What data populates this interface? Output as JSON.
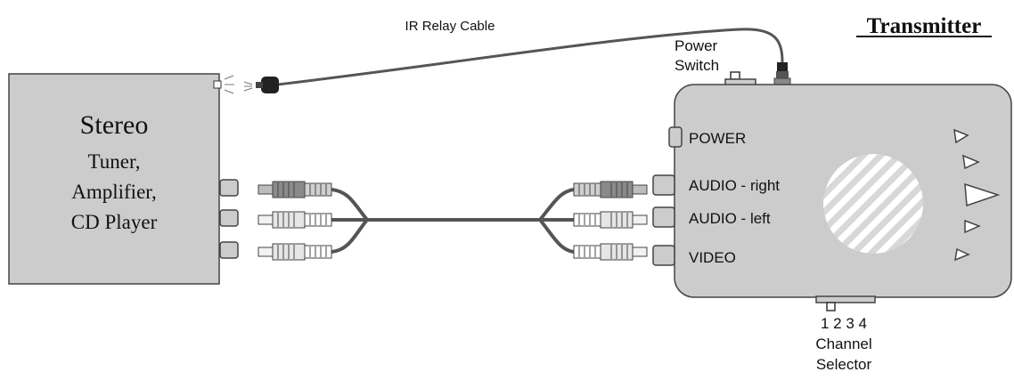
{
  "labels": {
    "cable": "IR Relay Cable",
    "title": "Transmitter",
    "power_switch": [
      "Power",
      "Switch"
    ],
    "channel_numbers": "1 2 3 4",
    "channel_selector": [
      "Channel",
      "Selector"
    ]
  },
  "stereo": {
    "title": "Stereo",
    "lines": [
      "Tuner,",
      "Amplifier,",
      "CD Player"
    ]
  },
  "transmitter_ports": {
    "power": "POWER",
    "audio_right": "AUDIO - right",
    "audio_left": "AUDIO - left",
    "video": "VIDEO"
  },
  "colors": {
    "box_fill": "#cccccc",
    "box_stroke": "#444444",
    "cable": "#555555",
    "plug_red_tone": "#8a8a8a",
    "plug_white_tone": "#e6e6e6"
  }
}
